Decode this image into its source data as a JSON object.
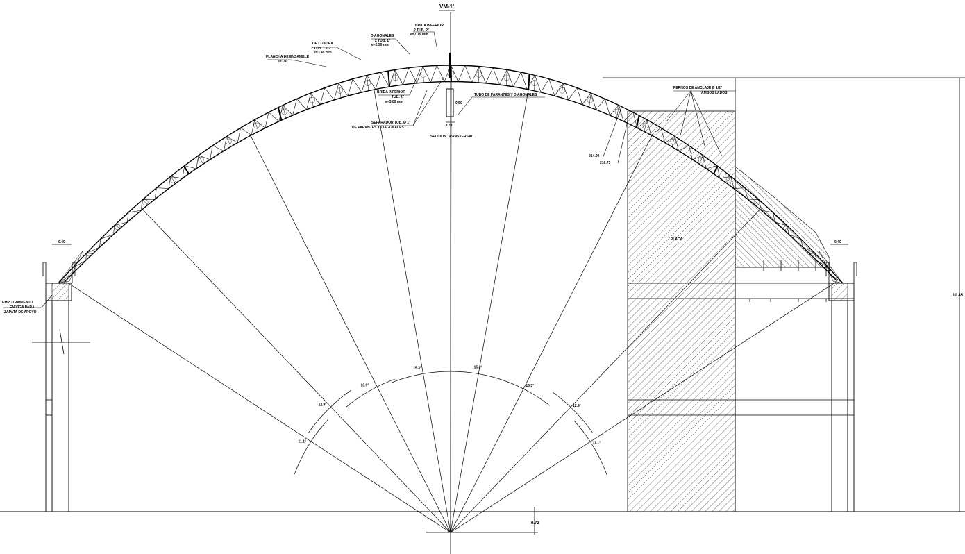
{
  "drawing": {
    "title": "VM-1'",
    "labels": {
      "bottom_chord_top": "BRIDA INFERIOR",
      "bottom_chord_top_spec": "2 TUB. 2\"",
      "bottom_chord_top_dim": "e=7.15 mm",
      "diagonals": "DIAGONALES",
      "diagonals_spec": "2 TUB. 1\"",
      "diagonals_dim": "e=2.50 mm",
      "upper_chord": "DE CUADRA",
      "upper_chord_spec": "2 TUB. 1 1/2\"",
      "upper_chord_dim": "e=3.40 mm",
      "plate": "PLANCHA DE ENSAMBLE",
      "plate_dim": "e=1/4\"",
      "tube_diag": "TUBO DE PARANTES Y DIAGONALES",
      "lower_chord": "BRIDA INFERIOR",
      "lower_chord_spec": "TUB. 2\"",
      "lower_chord_dim": "e=3.00 mm",
      "spacer": "SEPARADOR TUB. Ø 1\"",
      "spacer_2": "DE PARANTES Y DIAGONALES",
      "section": "SECCION TRANSVERSAL",
      "section_w": "0.50",
      "section_h": "0.50",
      "bolts": "PERNOS DE ANCLAJE Ø 1/2\"",
      "bolts_2": "AMBOS LADOS",
      "placa": "PLACA",
      "anchorage_1": "EMPOTRAMIENTO",
      "anchorage_2": "EN VIGA PARA",
      "anchorage_3": "ZAPATA DE APOYO",
      "dim_left_top": "0.40",
      "dim_right_top": "0.40",
      "dim_height": "10.45",
      "dim_bottom": "0.72",
      "elev_1": "214.00",
      "elev_2": "216.73"
    },
    "angles": [
      "11.1°",
      "12.9°",
      "13.9°",
      "15.3°",
      "15.3°",
      "15.3°",
      "12.9°",
      "11.1°"
    ],
    "stroke_color": "#000000",
    "background_color": "#ffffff"
  }
}
